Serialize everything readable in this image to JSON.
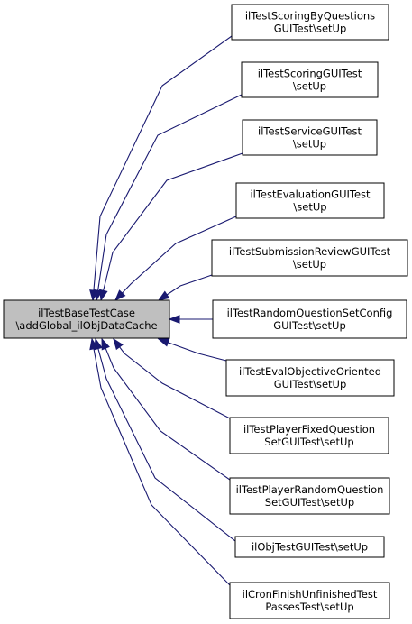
{
  "diagram": {
    "root": {
      "id": "root",
      "lines": [
        "ilTestBaseTestCase",
        "\\addGlobal_ilObjDataCache"
      ],
      "highlighted": true
    },
    "children": [
      {
        "id": "c1",
        "lines": [
          "ilTestScoringByQuestions",
          "GUITest\\setUp"
        ]
      },
      {
        "id": "c2",
        "lines": [
          "ilTestScoringGUITest",
          "\\setUp"
        ]
      },
      {
        "id": "c3",
        "lines": [
          "ilTestServiceGUITest",
          "\\setUp"
        ]
      },
      {
        "id": "c4",
        "lines": [
          "ilTestEvaluationGUITest",
          "\\setUp"
        ]
      },
      {
        "id": "c5",
        "lines": [
          "ilTestSubmissionReviewGUITest",
          "\\setUp"
        ]
      },
      {
        "id": "c6",
        "lines": [
          "ilTestRandomQuestionSetConfig",
          "GUITest\\setUp"
        ]
      },
      {
        "id": "c7",
        "lines": [
          "ilTestEvalObjectiveOriented",
          "GUITest\\setUp"
        ]
      },
      {
        "id": "c8",
        "lines": [
          "ilTestPlayerFixedQuestion",
          "SetGUITest\\setUp"
        ]
      },
      {
        "id": "c9",
        "lines": [
          "ilTestPlayerRandomQuestion",
          "SetGUITest\\setUp"
        ]
      },
      {
        "id": "c10",
        "lines": [
          "ilObjTestGUITest\\setUp"
        ]
      },
      {
        "id": "c11",
        "lines": [
          "ilCronFinishUnfinishedTest",
          "PassesTest\\setUp"
        ]
      }
    ],
    "edges": [
      {
        "from": "c1",
        "to": "root"
      },
      {
        "from": "c2",
        "to": "root"
      },
      {
        "from": "c3",
        "to": "root"
      },
      {
        "from": "c4",
        "to": "root"
      },
      {
        "from": "c5",
        "to": "root"
      },
      {
        "from": "c6",
        "to": "root"
      },
      {
        "from": "c7",
        "to": "root"
      },
      {
        "from": "c8",
        "to": "root"
      },
      {
        "from": "c9",
        "to": "root"
      },
      {
        "from": "c10",
        "to": "root"
      },
      {
        "from": "c11",
        "to": "root"
      }
    ],
    "colors": {
      "edge": "#191970",
      "root_fill": "#bfbfbf",
      "node_fill": "#ffffff",
      "border": "#000000"
    }
  }
}
